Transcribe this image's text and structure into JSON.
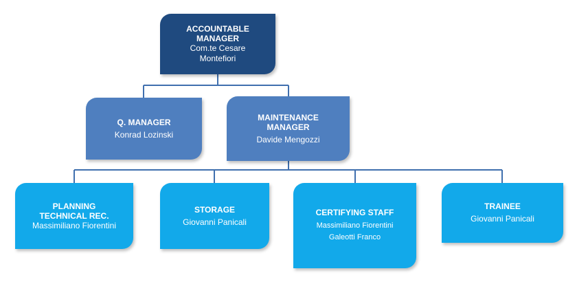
{
  "colors": {
    "level1": "#1f4a7f",
    "level2": "#4f7fbf",
    "level3": "#12a9ea",
    "connector": "#3f6fae"
  },
  "nodes": {
    "accountable_manager": {
      "title_line1": "ACCOUNTABLE",
      "title_line2": "MANAGER",
      "name_line1": "Com.te Cesare",
      "name_line2": "Montefiori"
    },
    "quality_manager": {
      "title_line1": "Q. MANAGER",
      "name_line1": "Konrad Lozinski"
    },
    "maintenance_manager": {
      "title_line1": "MAINTENANCE",
      "title_line2": "MANAGER",
      "name_line1": "Davide Mengozzi"
    },
    "planning": {
      "title_line1": "PLANNING",
      "title_line2": "TECHNICAL REC.",
      "name_line1": "Massimiliano Fiorentini"
    },
    "storage": {
      "title_line1": "STORAGE",
      "name_line1": "Giovanni Panicali"
    },
    "certifying_staff": {
      "title_line1": "CERTIFYING STAFF",
      "name_line1": "Massimiliano Fiorentini",
      "name_line2": "Galeotti Franco"
    },
    "trainee": {
      "title_line1": "TRAINEE",
      "name_line1": "Giovanni Panicali"
    }
  }
}
